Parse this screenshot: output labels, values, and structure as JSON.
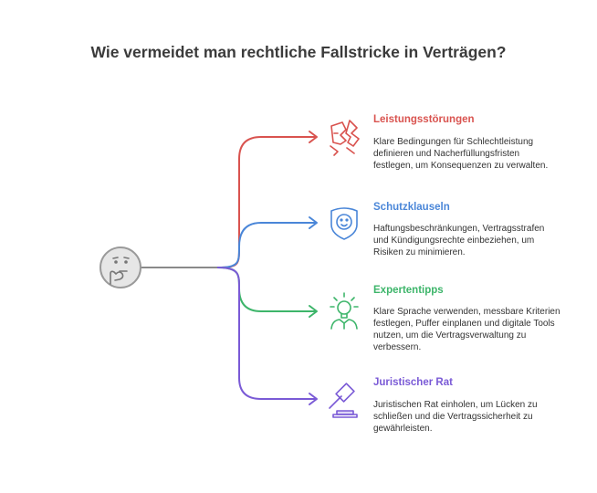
{
  "title": "Wie vermeidet man rechtliche Fallstricke in Verträgen?",
  "colors": {
    "hub": "#8a8a8a",
    "leistung": "#d9534f",
    "schutz": "#4a86d8",
    "experten": "#3db56a",
    "rat": "#7a5ad6"
  },
  "items": [
    {
      "title": "Leistungsstörungen",
      "description": "Klare Bedingungen für Schlechtleistung definieren und Nacherfüllungsfristen festlegen, um Konsequenzen zu verwalten.",
      "icon": "broken-contract-icon"
    },
    {
      "title": "Schutzklauseln",
      "description": "Haftungsbeschränkungen, Vertragsstrafen und Kündigungsrechte einbeziehen, um Risiken zu minimieren.",
      "icon": "shield-face-icon"
    },
    {
      "title": "Expertentipps",
      "description": "Klare Sprache verwenden, messbare Kriterien festlegen, Puffer einplanen und digitale Tools nutzen, um die Vertragsverwaltung zu verbessern.",
      "icon": "lightbulb-person-icon"
    },
    {
      "title": "Juristischer Rat",
      "description": "Juristischen Rat einholen, um Lücken zu schließen und die Vertragssicherheit zu gewährleisten.",
      "icon": "gavel-icon"
    }
  ]
}
